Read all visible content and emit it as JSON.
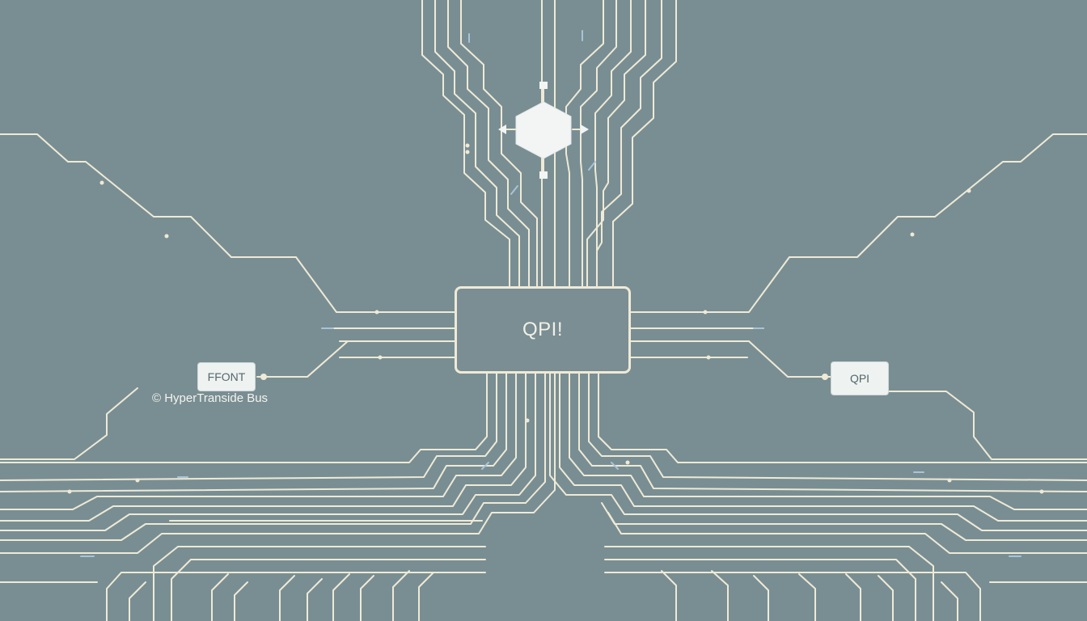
{
  "diagram": {
    "chip_label": "QPI!",
    "left_tag": "FFONT",
    "right_tag": "QPI",
    "caption": "© HyperTranside Bus"
  },
  "colors": {
    "background": "#798e93",
    "trace": "#efead6",
    "trace_accent": "#a9c3d8",
    "node_fill": "#f3f5f4"
  },
  "icons": {
    "top_node": "hexagon-node-icon"
  }
}
